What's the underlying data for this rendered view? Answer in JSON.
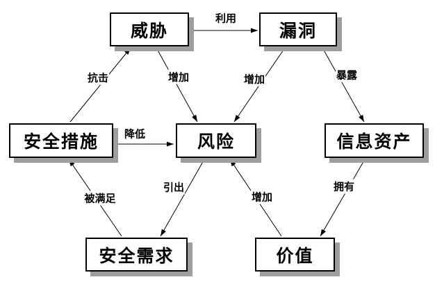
{
  "diagram": {
    "background_color": "#ffffff",
    "box_fill_color": "#ffffff",
    "box_border_color": "#000000",
    "shadow_color": "#9e9e9e",
    "line_color": "#000000",
    "nodes": {
      "threat": {
        "label": "威胁"
      },
      "vulnerability": {
        "label": "漏洞"
      },
      "security_measures": {
        "label": "安全措施"
      },
      "risk": {
        "label": "风险"
      },
      "information_assets": {
        "label": "信息资产"
      },
      "security_requirements": {
        "label": "安全需求"
      },
      "value": {
        "label": "价值"
      }
    },
    "edges": {
      "exploit": {
        "label": "利用",
        "from": "威胁",
        "to": "漏洞"
      },
      "resist": {
        "label": "抗击",
        "from": "安全措施",
        "to": "威胁"
      },
      "increase_threat": {
        "label": "增加",
        "from": "威胁",
        "to": "风险"
      },
      "increase_vuln": {
        "label": "增加",
        "from": "漏洞",
        "to": "风险"
      },
      "expose": {
        "label": "暴露",
        "from": "漏洞",
        "to": "信息资产"
      },
      "reduce": {
        "label": "降低",
        "from": "安全措施",
        "to": "风险"
      },
      "satisfied": {
        "label": "被满足",
        "from": "安全需求",
        "to": "安全措施"
      },
      "derive": {
        "label": "引出",
        "from": "风险",
        "to": "安全需求"
      },
      "increase_value": {
        "label": "增加",
        "from": "价值",
        "to": "风险"
      },
      "own": {
        "label": "拥有",
        "from": "信息资产",
        "to": "价值"
      }
    }
  }
}
